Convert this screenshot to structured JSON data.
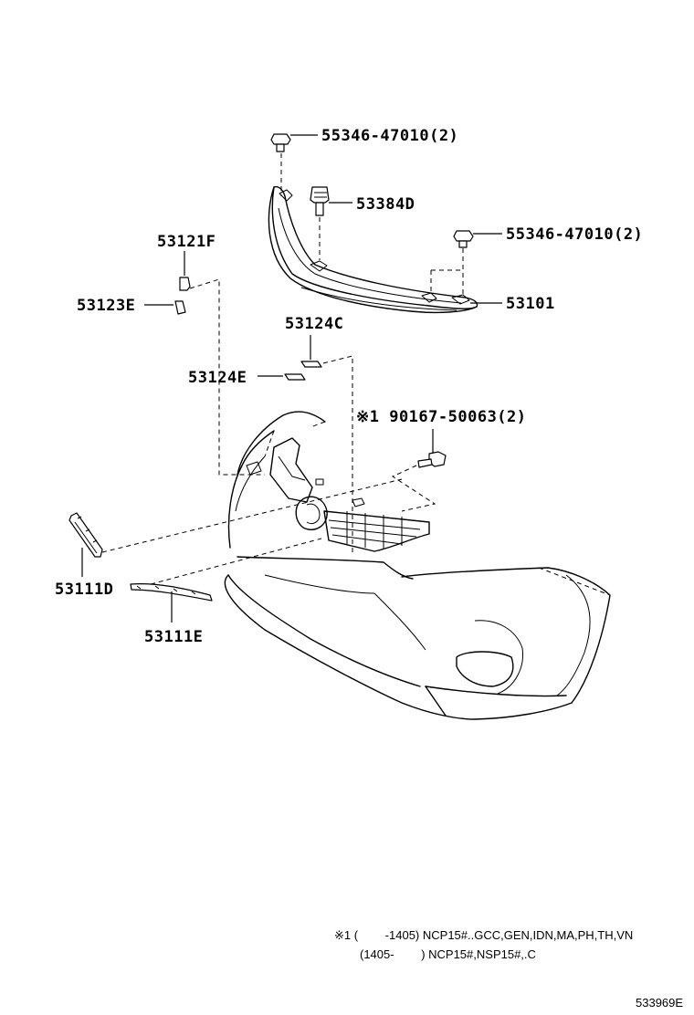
{
  "parts": {
    "p1": "55346-47010(2)",
    "p2": "53384D",
    "p3": "55346-47010(2)",
    "p4": "53101",
    "p5": "53121F",
    "p6": "53123E",
    "p7": "53124C",
    "p8": "53124E",
    "p9": "※1 90167-50063(2)",
    "p10": "53111D",
    "p11": "53111E"
  },
  "notes": {
    "line1": "※1 (　　 -1405) NCP15#..GCC,GEN,IDN,MA,PH,TH,VN",
    "line2": "(1405-　　 ) NCP15#,NSP15#,.C"
  },
  "reference": "533969E"
}
